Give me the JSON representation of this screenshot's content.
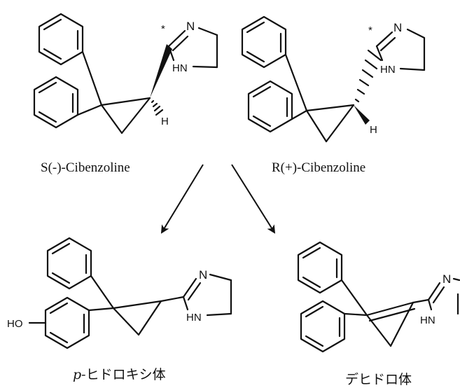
{
  "compounds": {
    "s_cibenzoline": {
      "label": "S(-)-Cibenzoline"
    },
    "r_cibenzoline": {
      "label": "R(+)-Cibenzoline"
    },
    "p_hydroxy": {
      "label_prefix": "p-",
      "label_suffix": "ヒドロキシ体"
    },
    "dehydro": {
      "label": "デヒドロ体"
    }
  },
  "atoms": {
    "nitrogen": "N",
    "amine": "HN",
    "hydrogen": "H",
    "hydroxyl": "HO",
    "stereo_marker": "*"
  }
}
